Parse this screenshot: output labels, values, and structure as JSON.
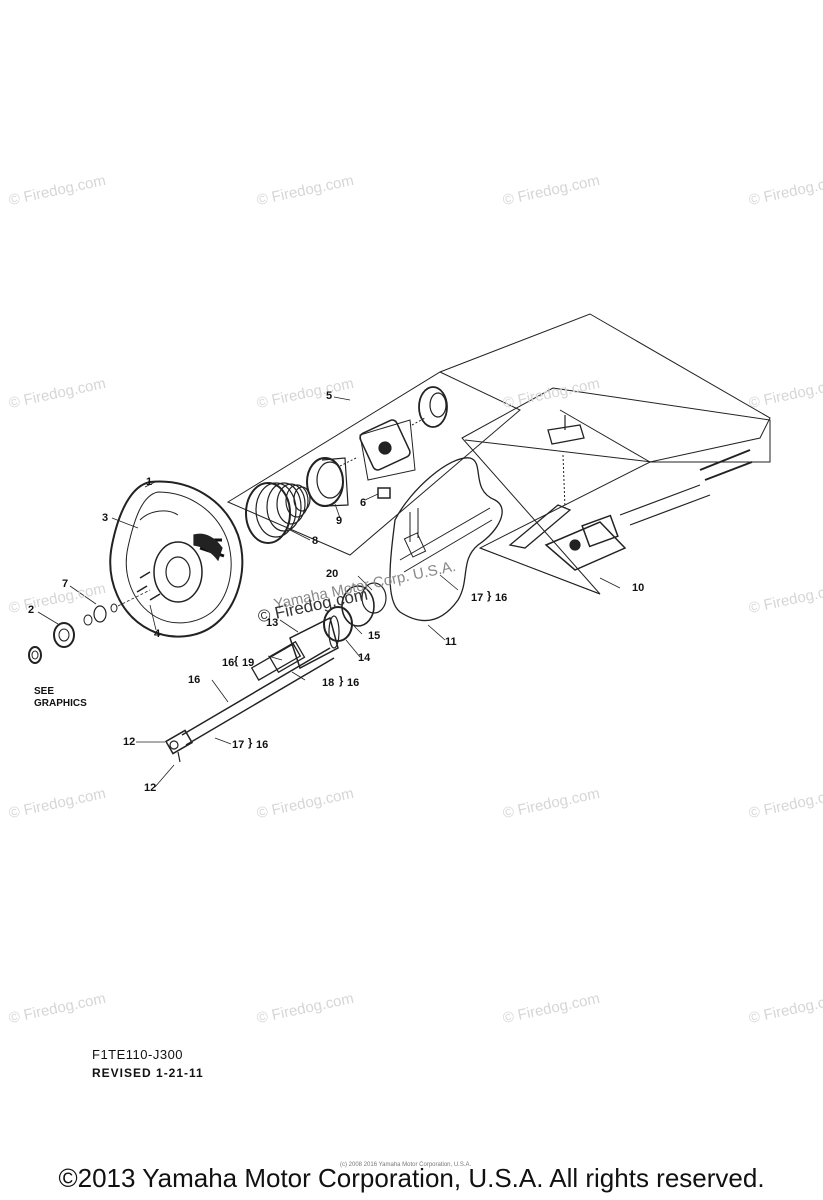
{
  "watermark_text": "© Firedog.com",
  "overlay_watermark_light": "Yamaha Motor Corp. U.S.A.",
  "overlay_watermark_dark": "© Firedog.com",
  "callouts": {
    "c1": "1",
    "c2": "2",
    "c3": "3",
    "c4": "4",
    "c5": "5",
    "c6": "6",
    "c7": "7",
    "c8": "8",
    "c9": "9",
    "c10": "10",
    "c11": "11",
    "c12a": "12",
    "c12b": "12",
    "c13": "13",
    "c14": "14",
    "c15": "15",
    "c16a": "16",
    "c16b": "16",
    "c19": "19",
    "c18": "18",
    "c16c": "16",
    "c17a": "17",
    "c16d": "16",
    "c17b": "17",
    "c16e": "16",
    "c20": "20"
  },
  "see_graphics": "SEE\nGRAPHICS",
  "drawing_code": "F1TE110-J300",
  "revised": "REVISED 1-21-11",
  "tiny_credit": "(c) 2008 2016 Yamaha Motor Corporation, U.S.A.",
  "copyright": "©2013 Yamaha Motor Corporation, U.S.A. All rights reserved."
}
